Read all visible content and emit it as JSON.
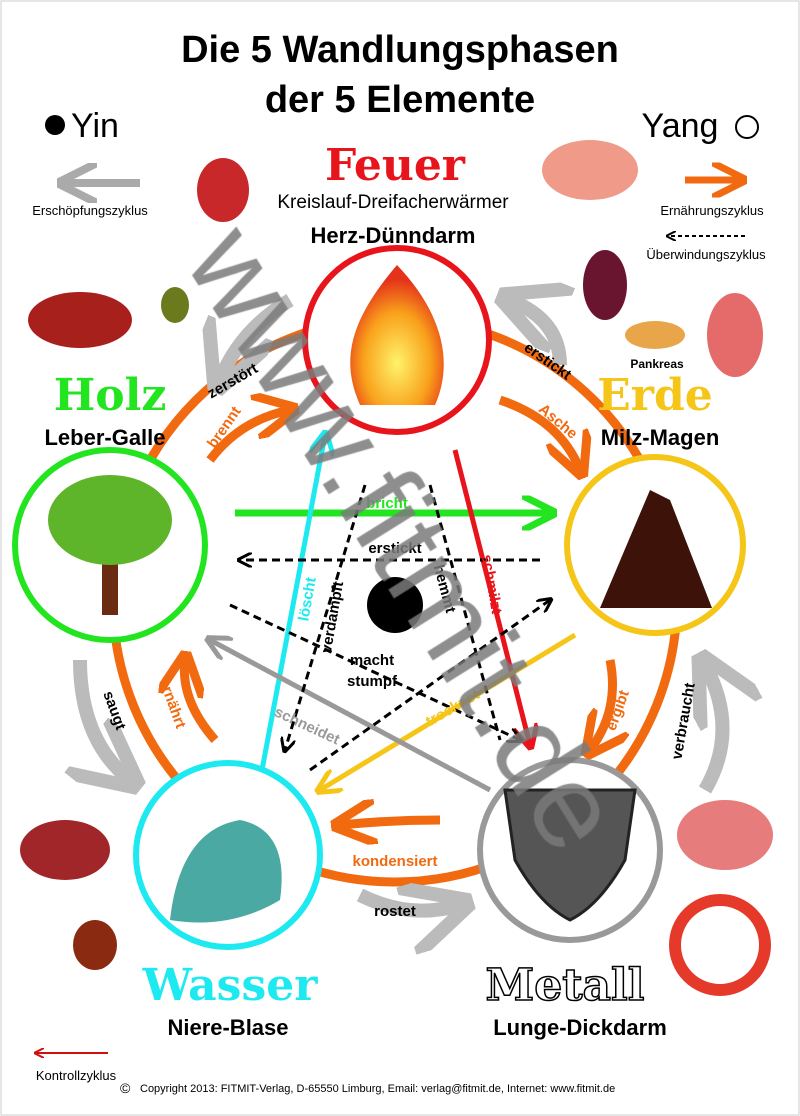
{
  "title": {
    "line1": "Die 5 Wandlungsphasen",
    "line2": "der 5 Elemente"
  },
  "yin": "Yin",
  "yang": "Yang",
  "legend": {
    "exhaustion": "Erschöpfungszyklus",
    "nourishing": "Ernährungszyklus",
    "overcoming": "Überwindungszyklus",
    "control": "Kontrollzyklus"
  },
  "elements": {
    "fire": {
      "name": "Feuer",
      "sub": "Kreislauf-Dreifacherwärmer",
      "organs": "Herz-Dünndarm",
      "color": "#e8141b"
    },
    "wood": {
      "name": "Holz",
      "organs": "Leber-Galle",
      "color": "#22e51f"
    },
    "earth": {
      "name": "Erde",
      "organs": "Milz-Magen",
      "extra": "Pankreas",
      "color": "#f5c518"
    },
    "water": {
      "name": "Wasser",
      "organs": "Niere-Blase",
      "color": "#1de9f0"
    },
    "metal": {
      "name": "Metall",
      "organs": "Lunge-Dickdarm",
      "color": "#9a9a9a"
    }
  },
  "arrows": {
    "erstickt_top": "erstickt",
    "asche": "Asche",
    "zerstoert": "zerstört",
    "brennt": "brennt",
    "ergibt": "ergibt",
    "verbraucht": "verbraucht",
    "kondensiert": "kondensiert",
    "rostet": "rostet",
    "saugt": "saugt",
    "ernaehrt": "ernährt",
    "bricht": "bricht",
    "erstickt_mid": "erstickt",
    "loescht": "löscht",
    "schmilzt": "schmilzt",
    "macht": "macht",
    "stumpf": "stumpf",
    "schneidet": "schneidet",
    "trocknet": "trocknet",
    "verdampft": "verdampft",
    "hemmt": "hemmt"
  },
  "watermark": "www.fitmit.de",
  "copyright": "Copyright 2013: FITMIT-Verlag, D-65550 Limburg, Email: verlag@fitmit.de, Internet: www.fitmit.de",
  "colors": {
    "orange": "#f26a10",
    "dashed": "#000000"
  }
}
